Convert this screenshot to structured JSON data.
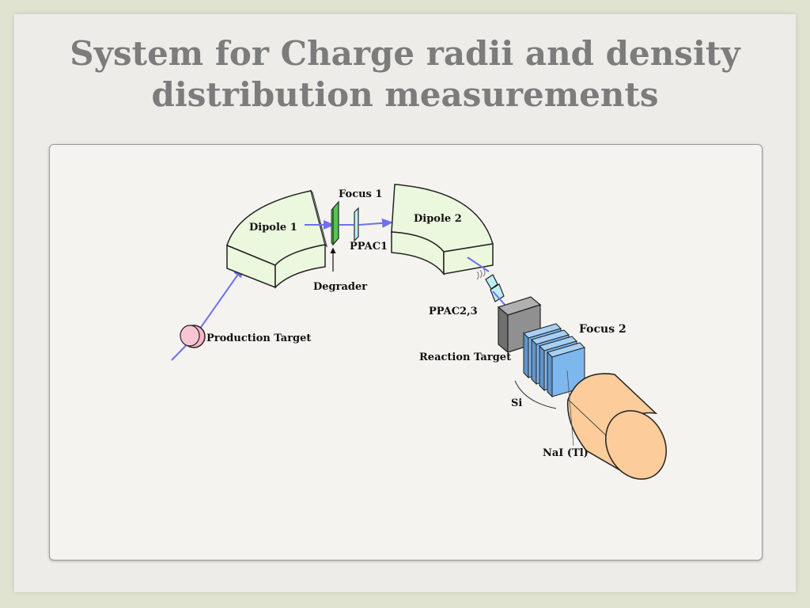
{
  "slide": {
    "title_line1": "System for Charge radii and density",
    "title_line2": "distribution measurements"
  },
  "diagram": {
    "labels": {
      "dipole1": "Dipole 1",
      "dipole2": "Dipole 2",
      "focus1": "Focus 1",
      "ppac1": "PPAC1",
      "degrader": "Degrader",
      "production_target": "Production Target",
      "ppac23": "PPAC2,3",
      "focus2": "Focus 2",
      "reaction_target": "Reaction Target",
      "si": "Si",
      "nai": "NaI (Tl)"
    },
    "colors": {
      "dipole_face": "#ecf8de",
      "beam": "#6f6ff0",
      "degrader": "#55c455",
      "ppac": "#bdeff5",
      "target": "#909090",
      "si_detector": "#7eb6ee",
      "nai": "#fccc9a",
      "production_target": "#f6b6c6"
    }
  }
}
